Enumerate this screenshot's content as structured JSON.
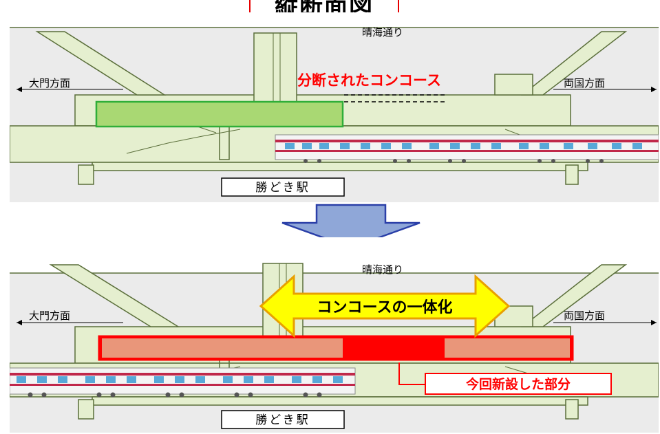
{
  "title": "縦断面図",
  "top": {
    "street_label": "晴海通り",
    "left_direction": "大門方面",
    "right_direction": "両国方面",
    "annotation": "分断されたコンコース",
    "station_name": "勝どき駅"
  },
  "bottom": {
    "street_label": "晴海通り",
    "left_direction": "大門方面",
    "right_direction": "両国方面",
    "arrow_label": "コンコースの一体化",
    "new_part_label": "今回新設した部分",
    "station_name": "勝どき駅"
  },
  "colors": {
    "structure_fill": "#e5efcf",
    "structure_line": "#5a6e3a",
    "ground": "#ebebeb",
    "concourse_green": "#a9d873",
    "concourse_green_border": "#2fae38",
    "concourse_red": "#ff0000",
    "concourse_salmon": "#e9967a",
    "arrow_fill": "#ffff00",
    "arrow_border": "#e8a000",
    "down_arrow": "#8fa7d8",
    "down_arrow_border": "#2a3fa8",
    "annotation_red": "#ff0000"
  }
}
